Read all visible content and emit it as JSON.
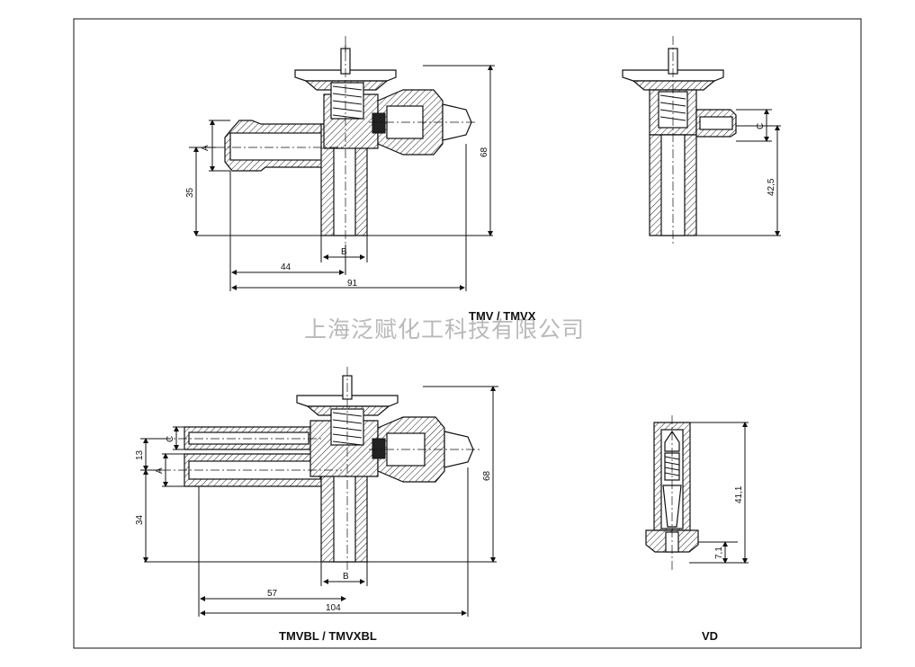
{
  "watermark": "上海泛赋化工科技有限公司",
  "views": {
    "tmv": {
      "caption": "TMV / TMVX",
      "dims": {
        "a": "A",
        "b": "B",
        "h35": "35",
        "h68": "68",
        "w44": "44",
        "w91": "91"
      }
    },
    "tmv_side": {
      "dims": {
        "c": "C",
        "h42": "42,5"
      }
    },
    "tmvbl": {
      "caption": "TMVBL / TMVXBL",
      "dims": {
        "a": "A",
        "b": "B",
        "c": "C",
        "h13": "13",
        "h34": "34",
        "h68": "68",
        "w57": "57",
        "w104": "104"
      }
    },
    "vd": {
      "caption": "VD",
      "dims": {
        "h41": "41,1",
        "h7": "7,1"
      }
    }
  }
}
